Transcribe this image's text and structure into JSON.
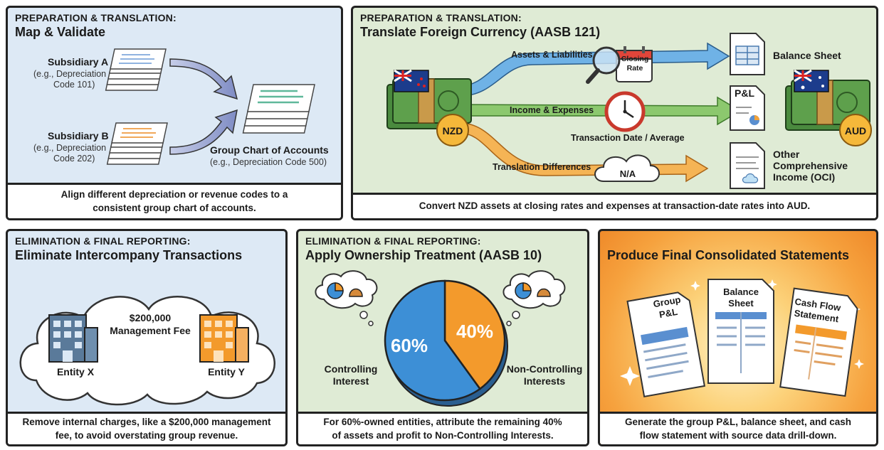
{
  "panel1": {
    "eyebrow": "PREPARATION & TRANSLATION:",
    "title": "Map & Validate",
    "sub_a_name": "Subsidiary A",
    "sub_a_line1": "(e.g., Depreciation",
    "sub_a_line2": "Code 101)",
    "sub_b_name": "Subsidiary B",
    "sub_b_line1": "(e.g., Depreciation",
    "sub_b_line2": "Code 202)",
    "group_name": "Group Chart of Accounts",
    "group_code": "(e.g., Depreciation Code 500)",
    "footer_line1": "Align different depreciation or revenue codes to a",
    "footer_line2": "consistent group chart of accounts."
  },
  "panel2": {
    "eyebrow": "PREPARATION & TRANSLATION:",
    "title": "Translate Foreign Currency (AASB 121)",
    "assets_label": "Assets & Liabilities",
    "closing_rate_1": "Closing",
    "closing_rate_2": "Rate",
    "balance_sheet": "Balance Sheet",
    "income_label": "Income & Expenses",
    "pl_label": "P&L",
    "pl_doc": "P&L",
    "txn_date": "Transaction Date / Average",
    "nzd": "NZD",
    "aud": "AUD",
    "diff_label": "Translation Differences",
    "na": "N/A",
    "oci_1": "Other",
    "oci_2": "Comprehensive",
    "oci_3": "Income (OCI)",
    "footer": "Convert NZD assets at closing rates and expenses at transaction-date rates into AUD."
  },
  "panel3": {
    "eyebrow": "ELIMINATION & FINAL REPORTING:",
    "title": "Eliminate Intercompany Transactions",
    "fee_amount": "$200,000",
    "fee_label": "Management Fee",
    "entity_x": "Entity X",
    "entity_y": "Entity Y",
    "footer_line1": "Remove internal charges, like a $200,000 management",
    "footer_line2": "fee, to avoid overstating group revenue."
  },
  "panel4": {
    "eyebrow": "ELIMINATION & FINAL REPORTING:",
    "title": "Apply Ownership Treatment (AASB 10)",
    "controlling_pct": "60%",
    "noncontrolling_pct": "40%",
    "controlling_1": "Controlling",
    "controlling_2": "Interest",
    "noncontrolling_1": "Non-Controlling",
    "noncontrolling_2": "Interests",
    "footer_line1": "For 60%-owned entities, attribute the remaining 40%",
    "footer_line2": "of assets and profit to Non-Controlling Interests."
  },
  "panel5": {
    "title": "Produce Final Consolidated Statements",
    "doc1_1": "Group",
    "doc1_2": "P&L",
    "doc2_1": "Balance",
    "doc2_2": "Sheet",
    "doc3_1": "Cash Flow",
    "doc3_2": "Statement",
    "footer_line1": "Generate the group P&L, balance sheet, and cash",
    "footer_line2": "flow statement with source data drill-down."
  },
  "colors": {
    "blue_bg": "#dde9f5",
    "green_bg": "#dfebd5",
    "orange_bg": "#f9b24a",
    "blue": "#3d8fd6",
    "orange": "#f39a2c",
    "green_arrow": "#6cb64f",
    "money": "#4a8a3e"
  },
  "ownership": {
    "controlling": 60,
    "noncontrolling": 40
  }
}
